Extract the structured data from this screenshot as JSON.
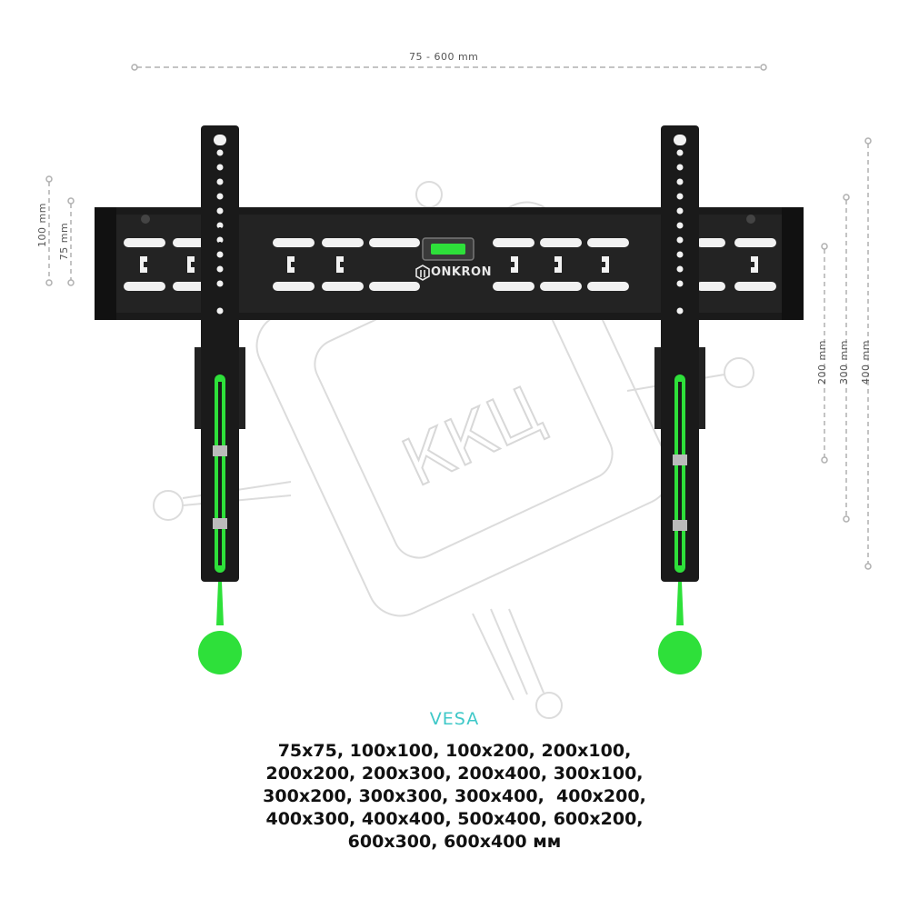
{
  "dimensions": {
    "width_range": "75 - 600 mm",
    "left_outer": "100 mm",
    "left_inner": "75 mm",
    "right_inner": "200 mm",
    "right_mid": "300 mm",
    "right_outer": "400 mm"
  },
  "product": {
    "brand": "ONKRON",
    "watermark": "ККЦ"
  },
  "vesa": {
    "title": "VESA",
    "lines": [
      "75x75, 100x100, 100x200, 200x100,",
      "200x200, 200x300, 200x400, 300x100,",
      "300x200, 300x300, 300x400,  400x200,",
      "400x300, 400x400, 500x400, 600x200,",
      "600x300, 600x400 мм"
    ]
  },
  "colors": {
    "bracket": "#1a1a1a",
    "accent_green": "#2ee03a",
    "vesa_title": "#3ec8c8",
    "dim_line": "#b0b0b0"
  }
}
